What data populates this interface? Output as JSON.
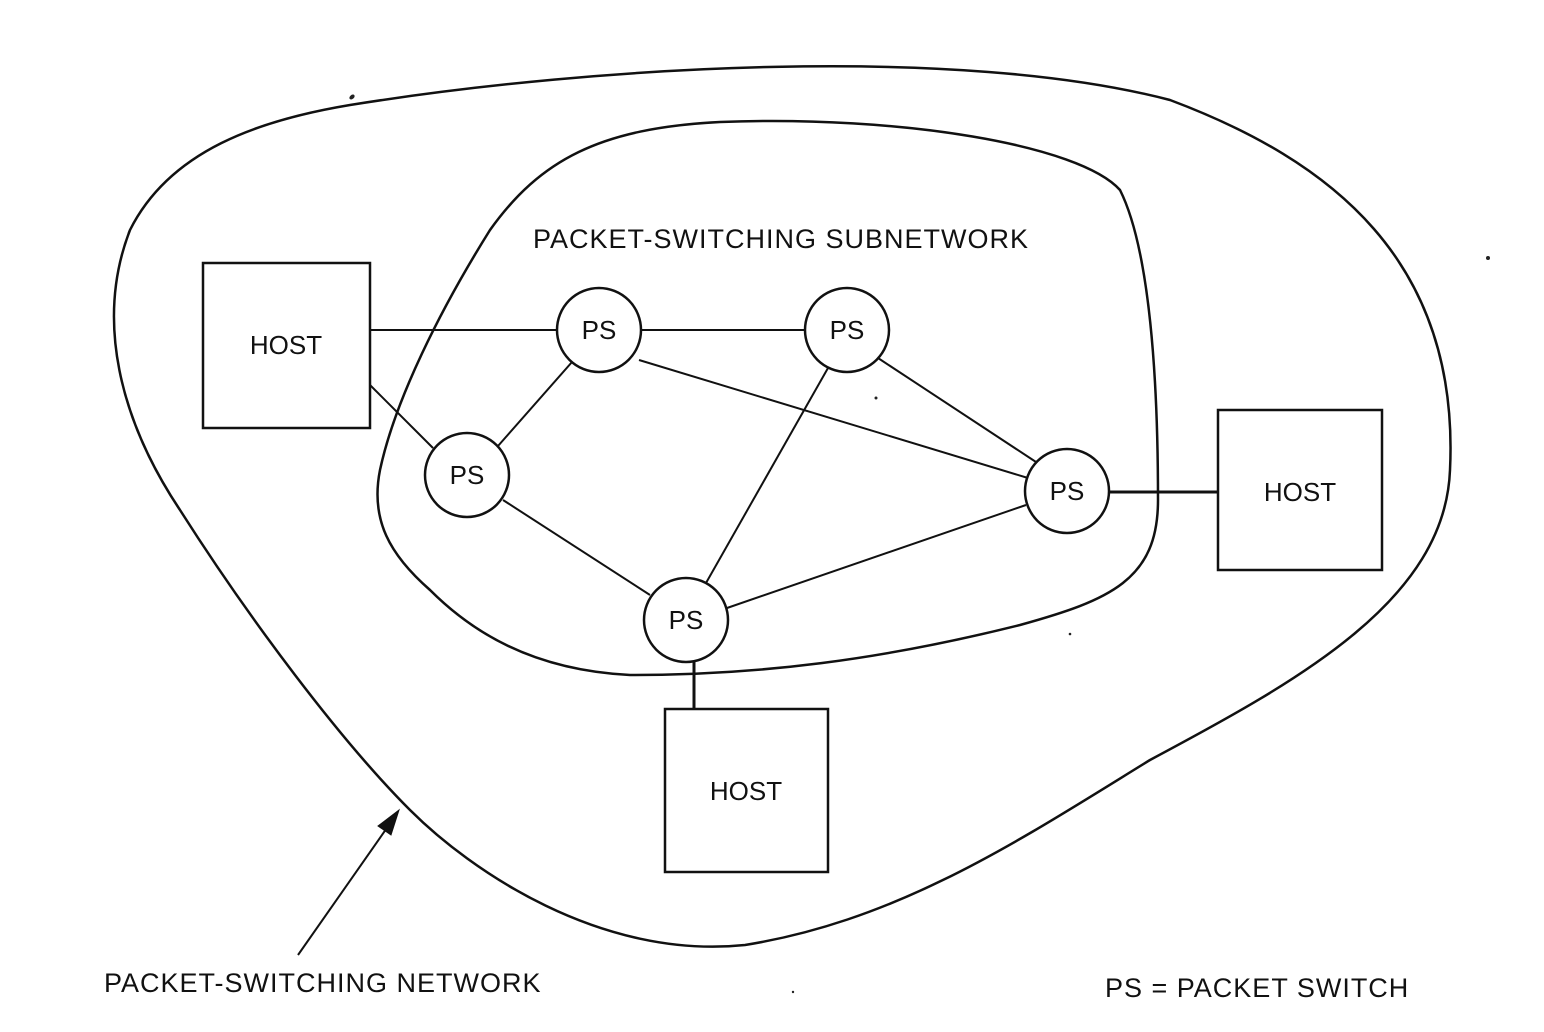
{
  "network": {
    "outer_label": "PACKET-SWITCHING NETWORK",
    "inner_label": "PACKET-SWITCHING SUBNETWORK",
    "legend": "PS = PACKET SWITCH"
  },
  "hosts": [
    {
      "id": "host-left",
      "label": "HOST"
    },
    {
      "id": "host-right",
      "label": "HOST"
    },
    {
      "id": "host-bottom",
      "label": "HOST"
    }
  ],
  "switches": [
    {
      "id": "ps-top-left",
      "label": "PS"
    },
    {
      "id": "ps-top-right",
      "label": "PS"
    },
    {
      "id": "ps-left",
      "label": "PS"
    },
    {
      "id": "ps-right",
      "label": "PS"
    },
    {
      "id": "ps-bottom",
      "label": "PS"
    }
  ],
  "links": [
    [
      "host-left",
      "ps-top-left"
    ],
    [
      "host-left",
      "ps-left"
    ],
    [
      "ps-top-left",
      "ps-top-right"
    ],
    [
      "ps-top-left",
      "ps-left"
    ],
    [
      "ps-top-left",
      "ps-right"
    ],
    [
      "ps-top-right",
      "ps-right"
    ],
    [
      "ps-top-right",
      "ps-bottom"
    ],
    [
      "ps-left",
      "ps-bottom"
    ],
    [
      "ps-bottom",
      "ps-right"
    ],
    [
      "ps-right",
      "host-right"
    ],
    [
      "ps-bottom",
      "host-bottom"
    ]
  ],
  "colors": {
    "ink": "#111111",
    "paper": "#ffffff"
  }
}
